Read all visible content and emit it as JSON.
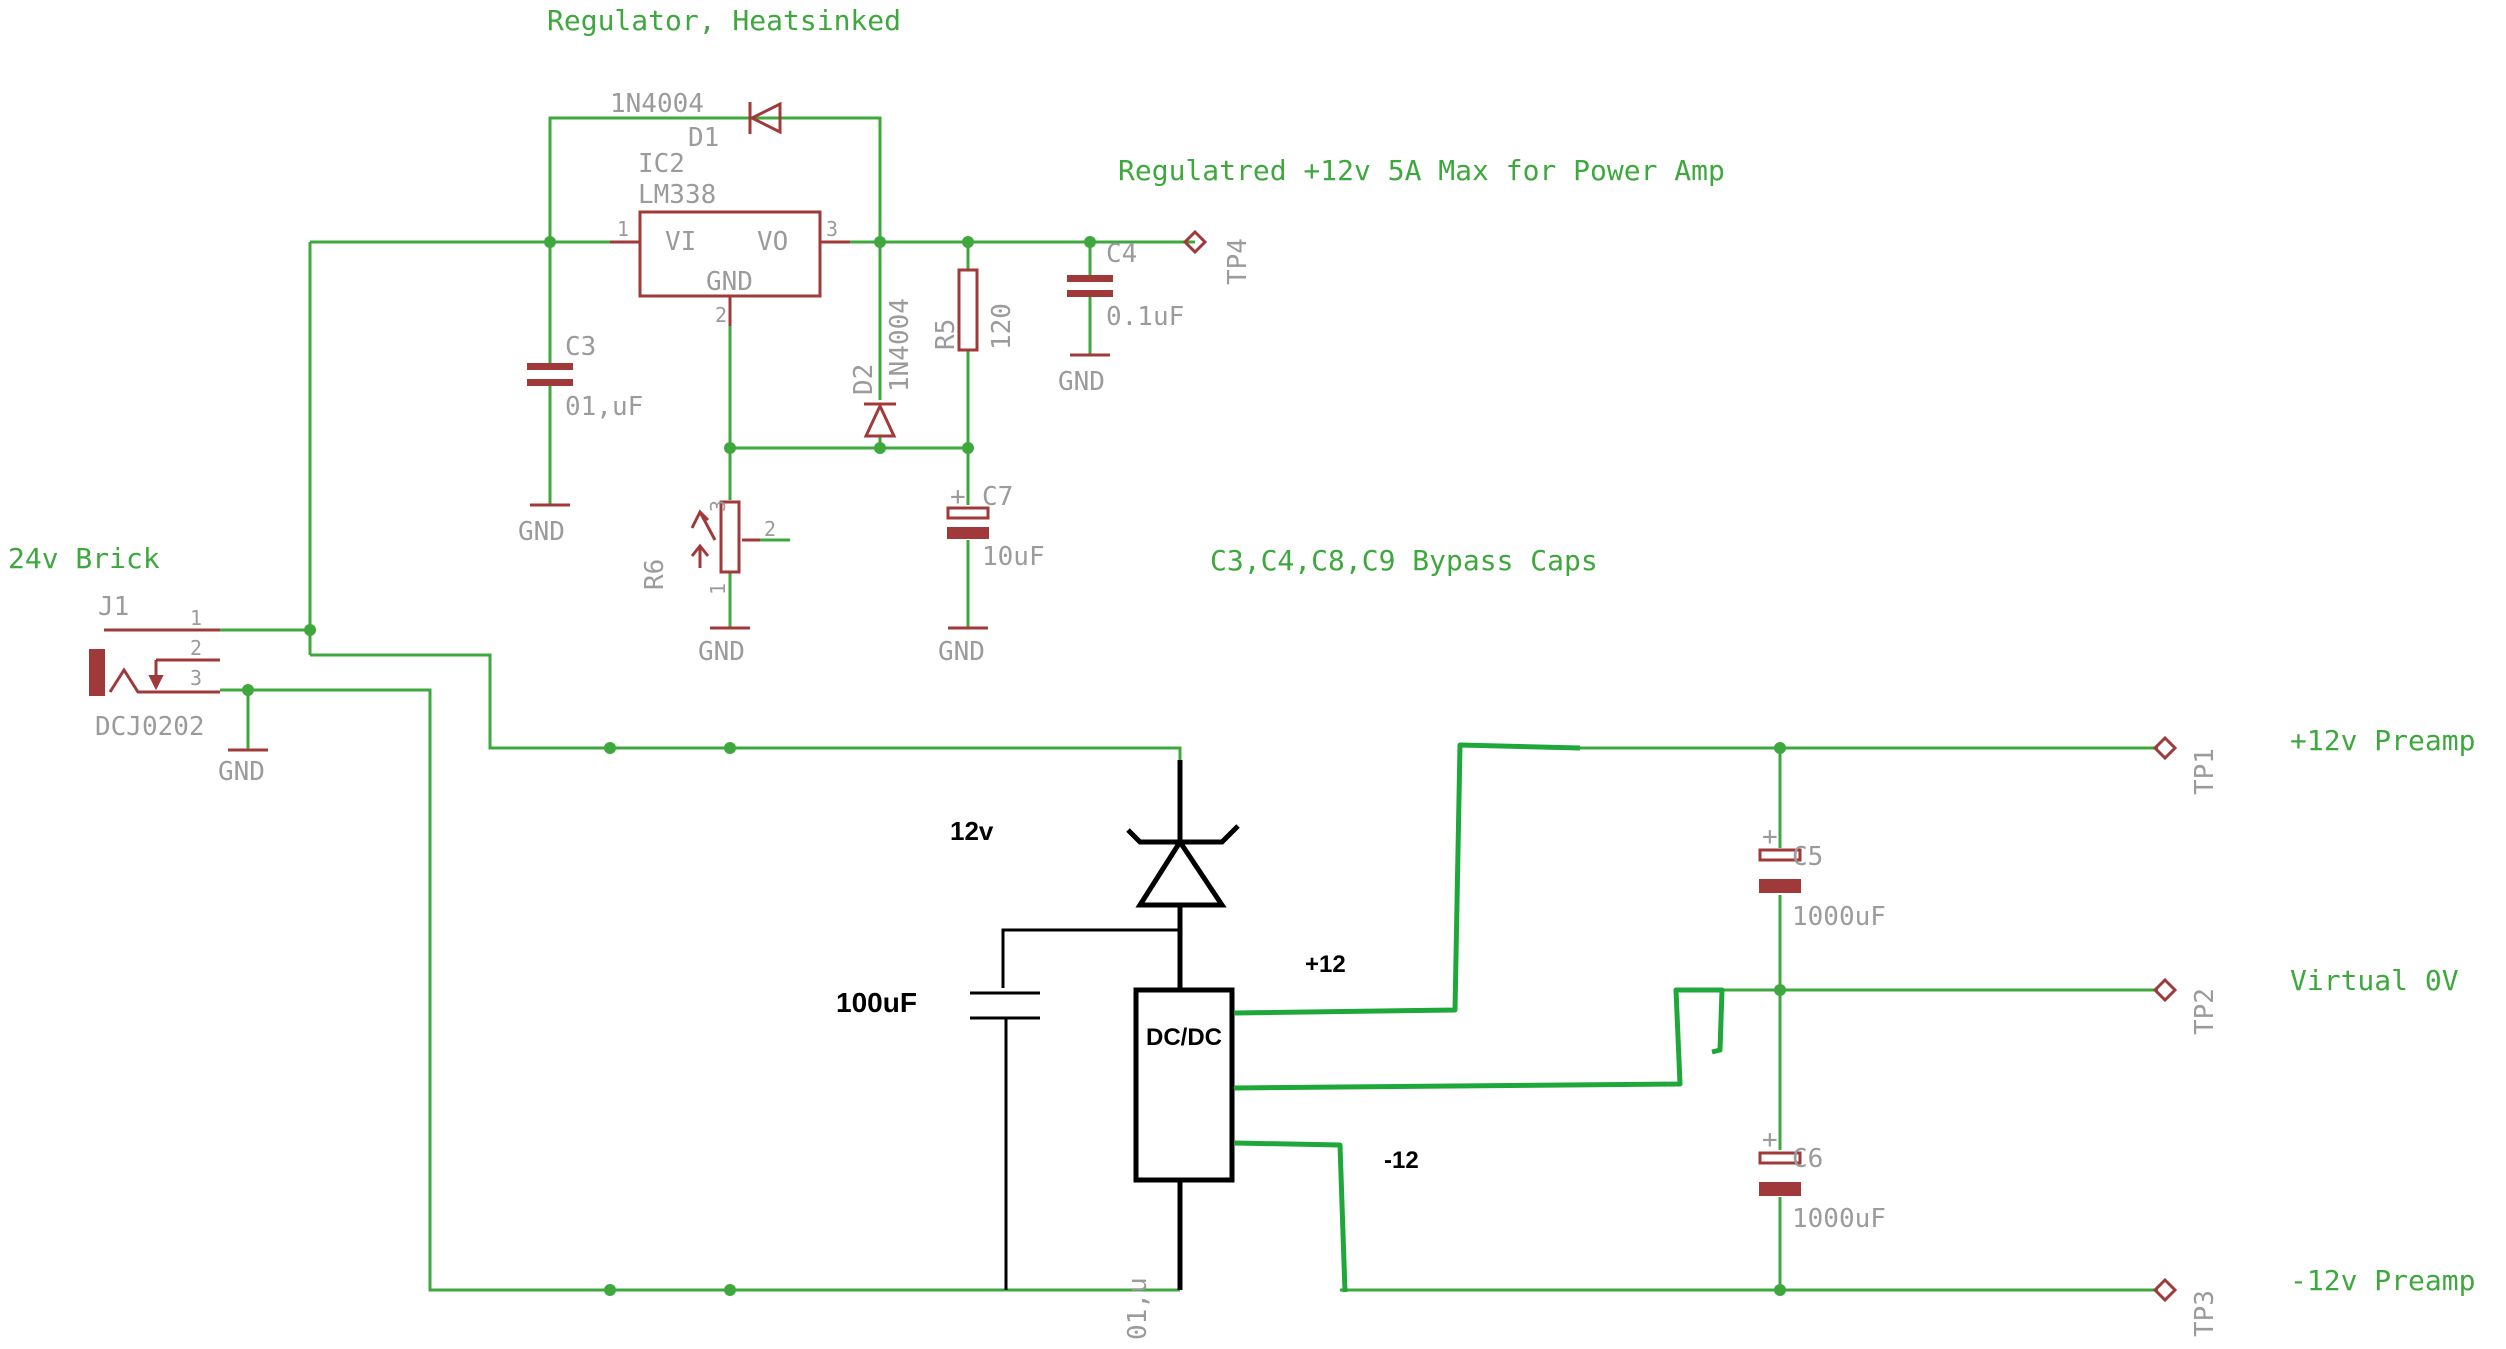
{
  "annotations": {
    "regulator_note": "Regulator, Heatsinked",
    "regulated_note": "Regulatred +12v 5A Max for Power Amp",
    "bypass_note": "C3,C4,C8,C9 Bypass Caps",
    "brick_note": "24v Brick",
    "plus12_preamp": "+12v Preamp",
    "virtual_0v": "Virtual 0V",
    "minus12_preamp": "-12v Preamp"
  },
  "parts": {
    "d1": {
      "type": "1N4004",
      "ref": "D1"
    },
    "ic2": {
      "ref": "IC2",
      "type": "LM338",
      "pin_vi": "VI",
      "pin_vo": "VO",
      "pin_gnd": "GND",
      "pin1": "1",
      "pin2": "2",
      "pin3": "3"
    },
    "c3": {
      "ref": "C3",
      "value": "01,uF"
    },
    "c4": {
      "ref": "C4",
      "value": "0.1uF"
    },
    "d2": {
      "ref": "D2",
      "type": "1N4004"
    },
    "r5": {
      "ref": "R5",
      "value": "120"
    },
    "c7": {
      "ref": "C7",
      "value": "10uF"
    },
    "r6": {
      "ref": "R6",
      "pin1": "1",
      "pin2": "2",
      "pin3": "3"
    },
    "j1": {
      "ref": "J1",
      "type": "DCJ0202",
      "pin1": "1",
      "pin2": "2",
      "pin3": "3"
    },
    "c5": {
      "ref": "C5",
      "value": "1000uF"
    },
    "c6": {
      "ref": "C6",
      "value": "1000uF"
    },
    "tp1": {
      "ref": "TP1"
    },
    "tp2": {
      "ref": "TP2"
    },
    "tp3": {
      "ref": "TP3"
    },
    "tp4": {
      "ref": "TP4"
    },
    "c_bottom": {
      "value": "01,u"
    }
  },
  "gnd_label": "GND",
  "plus_sign": "+",
  "sketch": {
    "zener_label": "12v",
    "cap_label": "100uF",
    "dcdc_label": "DC/DC",
    "out_plus": "+12",
    "out_minus": "-12"
  }
}
